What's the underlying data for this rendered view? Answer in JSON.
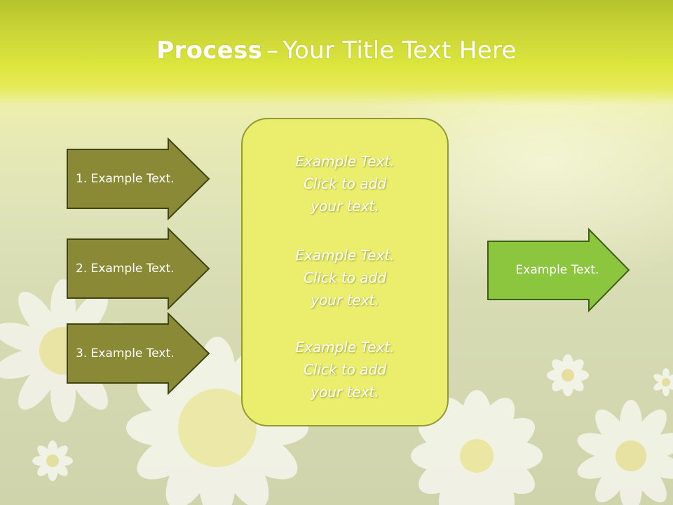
{
  "slide": {
    "title_bold": "Process",
    "title_dash": "–",
    "title_rest": "Your Title Text Here"
  },
  "left_arrows": [
    {
      "label": "1. Example Text."
    },
    {
      "label": "2. Example Text."
    },
    {
      "label": "3. Example Text."
    }
  ],
  "center_box": {
    "blocks": [
      {
        "line1": "Example Text.",
        "line2": "Click  to add",
        "line3": "your text."
      },
      {
        "line1": "Example Text.",
        "line2": "Click  to add",
        "line3": "your text."
      },
      {
        "line1": "Example Text.",
        "line2": "Click  to add",
        "line3": "your text."
      }
    ]
  },
  "right_arrow": {
    "label": "Example Text."
  },
  "colors": {
    "title_band": "#c8d436",
    "left_arrow_fill": "#8a8a36",
    "left_arrow_border": "#3f4410",
    "center_box_fill": "#eaee6c",
    "right_arrow_fill": "#8cc63f",
    "right_arrow_border": "#3e5e14"
  },
  "background": {
    "icon": "daisy-field-image"
  }
}
